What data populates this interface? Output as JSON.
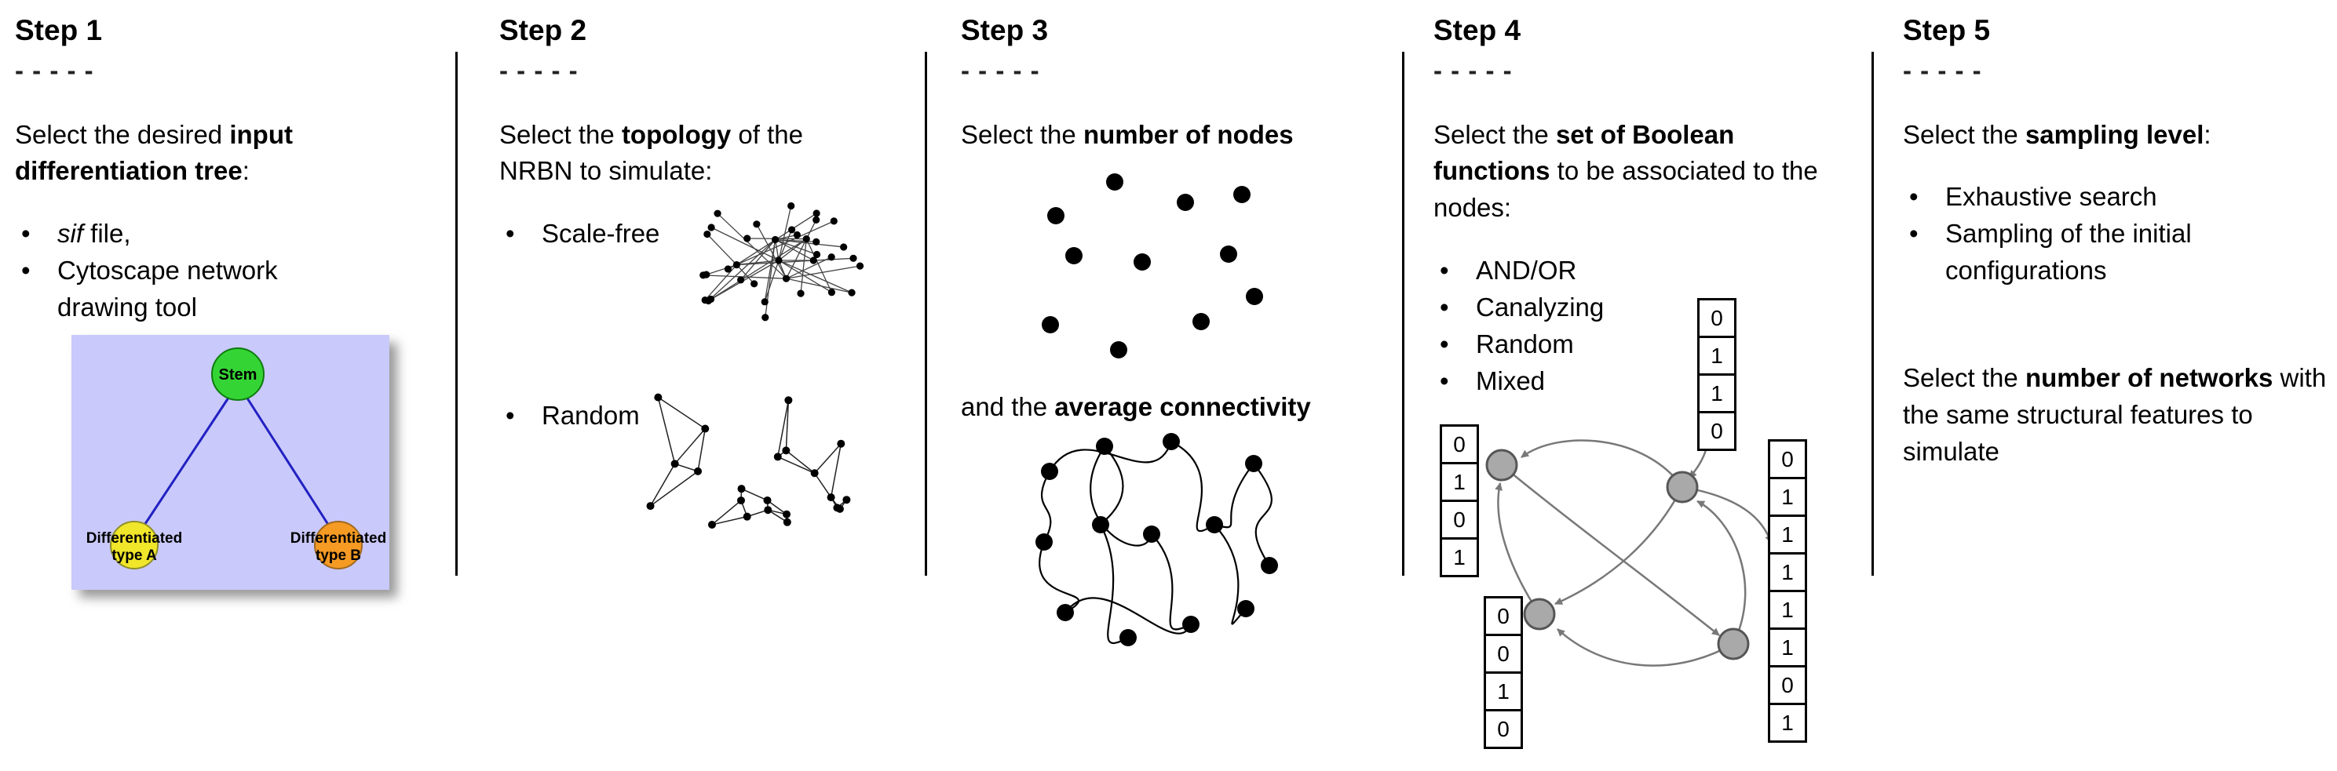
{
  "figure": {
    "bullet_glyph": "•"
  },
  "steps": [
    {
      "title": "Step 1",
      "dashes": "- - - - -",
      "intro": [
        "Select the desired ",
        "input differentiation tree",
        ":"
      ],
      "bullets": [
        {
          "italic": "sif",
          "rest": " file,"
        },
        {
          "text": "Cytoscape network drawing tool"
        }
      ],
      "tree": {
        "stem_label": "Stem",
        "leaf_a_line1": "Differentiated",
        "leaf_a_line2": "type A",
        "leaf_b_line1": "Differentiated",
        "leaf_b_line2": "type B",
        "colors": {
          "background": "#c9c9fb",
          "stem": "#35d435",
          "leaf_a": "#f0e62a",
          "leaf_b": "#f59a23",
          "edge": "#2121c2"
        }
      }
    },
    {
      "title": "Step 2",
      "dashes": "- - - - -",
      "intro": [
        "Select the ",
        "topology",
        " of the NRBN to simulate:"
      ],
      "bullets": [
        {
          "text": "Scale-free"
        },
        {
          "text": "Random"
        }
      ]
    },
    {
      "title": "Step 3",
      "dashes": "- - - - -",
      "line1": [
        "Select the ",
        "number of nodes",
        ""
      ],
      "line2": [
        "and the ",
        "average connectivity",
        ""
      ]
    },
    {
      "title": "Step 4",
      "dashes": "- - - - -",
      "intro": [
        "Select the ",
        "set of Boolean functions",
        " to be associated to the nodes:"
      ],
      "bullets": [
        {
          "text": "AND/OR"
        },
        {
          "text": "Canalyzing"
        },
        {
          "text": "Random"
        },
        {
          "text": "Mixed"
        }
      ],
      "truth_tables": {
        "left": [
          "0",
          "1",
          "0",
          "1"
        ],
        "top": [
          "0",
          "1",
          "1",
          "0"
        ],
        "bottom": [
          "0",
          "0",
          "1",
          "0"
        ],
        "right": [
          "0",
          "1",
          "1",
          "1",
          "1",
          "1",
          "0",
          "1"
        ]
      }
    },
    {
      "title": "Step 5",
      "dashes": "- - - - -",
      "intro": [
        "Select the ",
        "sampling level",
        ":"
      ],
      "bullets": [
        {
          "text": "Exhaustive search"
        },
        {
          "text": "Sampling of the initial configurations"
        }
      ],
      "paragraph2": [
        "Select the ",
        "number of networks",
        " with the same structural features to simulate"
      ]
    }
  ]
}
